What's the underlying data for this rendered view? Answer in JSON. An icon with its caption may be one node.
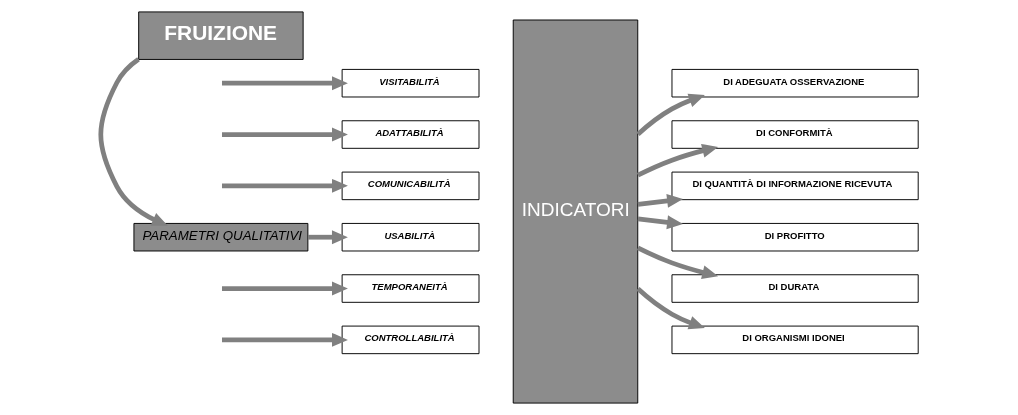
{
  "diagram": {
    "nodes": [
      {
        "text": [
          "FRUIZIONE"
        ]
      },
      {
        "text": [
          "PARAMETRI QUALITATIVI"
        ]
      },
      {
        "text": [
          "VISITABILITÀ"
        ]
      },
      {
        "text": [
          "ADATTABILITÀ"
        ]
      },
      {
        "text": [
          "COMUNICABILITÀ"
        ]
      },
      {
        "text": [
          "USABILITÀ"
        ]
      },
      {
        "text": [
          "TEMPORANEITÀ"
        ]
      },
      {
        "text": [
          "CONTROLLABILITÀ"
        ]
      },
      {
        "text": [
          "INDICATORI"
        ]
      },
      {
        "text": [
          "DI ADEGUATA OSSERVAZIONE"
        ]
      },
      {
        "text": [
          "DI CONFORMITÀ"
        ]
      },
      {
        "text": [
          "DI QUANTITÀ DI INFORMAZIONE RICEVUTA"
        ]
      },
      {
        "text": [
          "DI PROFITTO"
        ]
      },
      {
        "text": [
          "DI DURATA"
        ]
      },
      {
        "text": [
          "DI ORGANISMI IDONEI"
        ]
      }
    ],
    "edges": [
      {
        "from": 0,
        "to": 1,
        "arrow": "to"
      },
      {
        "from": null,
        "to": 2,
        "arrow": "to"
      },
      {
        "from": null,
        "to": 3,
        "arrow": "to"
      },
      {
        "from": null,
        "to": 4,
        "arrow": "to"
      },
      {
        "from": 1,
        "to": 5,
        "arrow": "to"
      },
      {
        "from": null,
        "to": 6,
        "arrow": "to"
      },
      {
        "from": null,
        "to": 7,
        "arrow": "to"
      },
      {
        "from": 8,
        "to": 9,
        "arrow": "to"
      },
      {
        "from": 8,
        "to": 10,
        "arrow": "to"
      },
      {
        "from": 8,
        "to": 11,
        "arrow": "to"
      },
      {
        "from": 8,
        "to": 12,
        "arrow": "to"
      },
      {
        "from": 8,
        "to": 13,
        "arrow": "to"
      },
      {
        "from": 8,
        "to": 14,
        "arrow": "to"
      }
    ]
  }
}
